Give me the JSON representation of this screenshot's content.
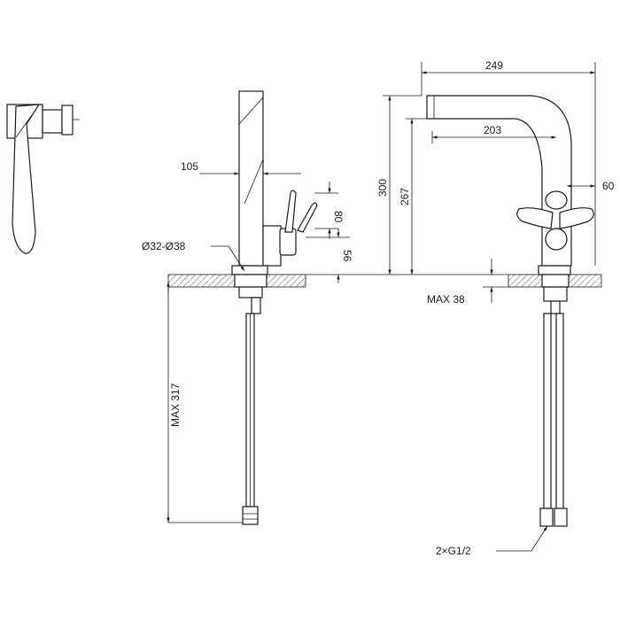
{
  "drawing": {
    "dimensions": {
      "overall_width": "249",
      "spout_reach": "203",
      "handle_offset": "60",
      "side_reach": "105",
      "total_height": "300",
      "spout_height": "267",
      "handle_height": "80",
      "handle_base": "56",
      "hole_diameter": "Ø32-Ø38",
      "max_worktop": "MAX 38",
      "max_hose": "MAX 317",
      "connection": "2×G1/2"
    }
  }
}
